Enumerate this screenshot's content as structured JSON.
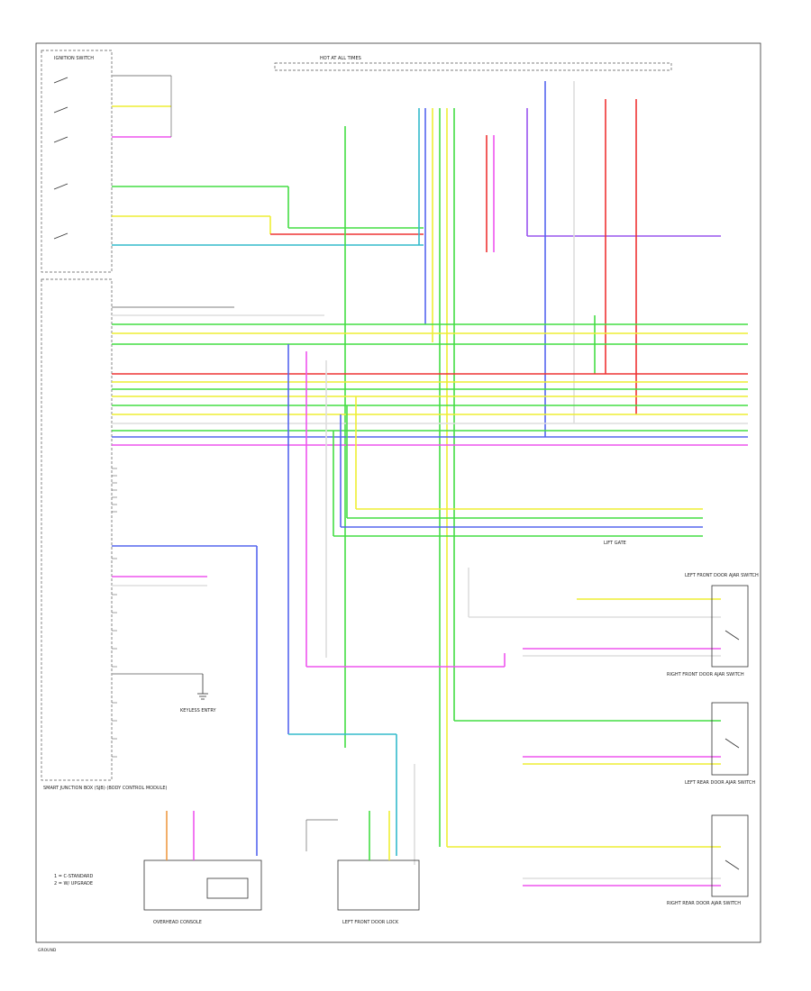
{
  "colors": {
    "green": "#44dd44",
    "yellow": "#eeee33",
    "blue": "#5566ee",
    "red": "#ee3333",
    "pink": "#ee55ee",
    "teal": "#33bbcc",
    "orange": "#ee9944",
    "gray": "#aaaaaa",
    "white_wire": "#dddddd",
    "purple": "#9955ee"
  },
  "labels": {
    "main_module": "SMART JUNCTION BOX (SJB) (BODY CONTROL MODULE)",
    "ignition_switch": "IGNITION SWITCH",
    "hot_at_all_times": "HOT AT ALL TIMES",
    "lift_gate": "LIFT GATE",
    "left_front_door_ajar": "LEFT FRONT DOOR AJAR SWITCH",
    "right_front_door_ajar": "RIGHT FRONT DOOR AJAR SWITCH",
    "left_rear_door_ajar": "LEFT REAR DOOR AJAR SWITCH",
    "right_rear_door_ajar": "RIGHT REAR DOOR AJAR SWITCH",
    "left_front_door_lock": "LEFT FRONT DOOR LOCK",
    "overhead_console": "OVERHEAD CONSOLE",
    "keyless_entry": "KEYLESS ENTRY",
    "legend_1": "1 = C-STANDARD",
    "legend_2": "2 = W/ UPGRADE",
    "footer": "GROUND"
  }
}
